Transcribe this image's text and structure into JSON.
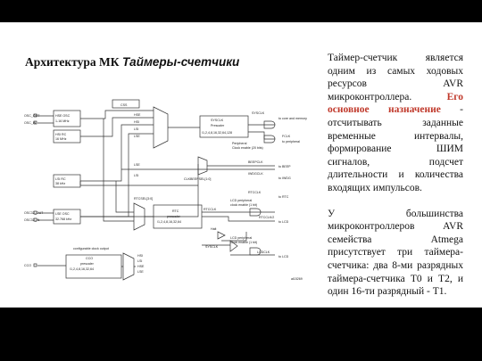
{
  "title": {
    "main": "Архитектура МК",
    "sub": "Таймеры-счетчики"
  },
  "paragraph1": {
    "before": "Таймер-счетчик является одним из самых ходовых ресурсов AVR микроконтроллера.",
    "highlight": "Его основное назначение",
    "after": "- отсчитывать заданные временные интервалы, формирование ШИМ сигналов, подсчет длительности и количества входящих импульсов."
  },
  "paragraph2": "У большинства микроконтроллеров AVR семейства Atmega присутствует три таймера-счетчика: два 8-ми разрядных таймера-счетчика T0 и T2, и один 16-ти разрядный - T1.",
  "diagram": {
    "pins": [
      "OSC_OUT",
      "OSC_IN",
      "OSC32_OUT",
      "OSC32_IN",
      "CCO"
    ],
    "blocks": {
      "hse": [
        "HSE OSC",
        "1-16 MHz"
      ],
      "hsi": [
        "HSI RC",
        "16 MHz"
      ],
      "lsi": [
        "LSI RC",
        "38 kHz"
      ],
      "lse": [
        "LSE OSC",
        "32.768 kHz"
      ],
      "cco": [
        "CCO",
        "prescaler",
        "/1,2,4,8,16,32,64"
      ],
      "sysclk": [
        "SYSCLK",
        "Prescaler",
        "/1,2,4,8,16,32,64,128"
      ],
      "rtc": [
        "RTC",
        "prescaler",
        "/1,2,4,8,16,32,64"
      ]
    },
    "labels": {
      "css": "CSS",
      "cco_src": "configurable clock output",
      "mux_in1": [
        "HSE",
        "HSI",
        "LSI",
        "LSE"
      ],
      "cco_in": [
        "HSI",
        "LSI",
        "HSE",
        "LSE"
      ],
      "sysclk": "SYSCLK",
      "to_core": "to core and memory",
      "periph": [
        "Peripheral",
        "Clock enable (20 bits)"
      ],
      "fclk": "FCLK",
      "to_periph": "to peripheral",
      "beepclk": "BEEPCLK",
      "to_beep": "to BEEP",
      "iwdgclk": "IWDGCLK",
      "to_iwdg": "to IWDG",
      "clkbeepsel": "CLKBEEPSEL[1:0]",
      "lse2": "LSE",
      "lsi2": "LSI",
      "rtcclk": "RTCCLK",
      "to_rtc": "to RTC",
      "rtcsel": "RTCSEL[3:0]",
      "lcd_clk": [
        "LCD peripheral",
        "clock enable (1 bit)"
      ],
      "rtcclk2": "RTCCLK",
      "rtcclk2_div": "RTCCLK/2",
      "to_lcd": "to LCD",
      "halt": "Halt",
      "lcd_clk2": [
        "LCD peripheral",
        "clock enable (1 bit)"
      ],
      "sysclk2": "SYSCLK",
      "lcdclk": "LCDCLK",
      "to_lcd2": "to LCD",
      "ref": "ai15269"
    }
  }
}
